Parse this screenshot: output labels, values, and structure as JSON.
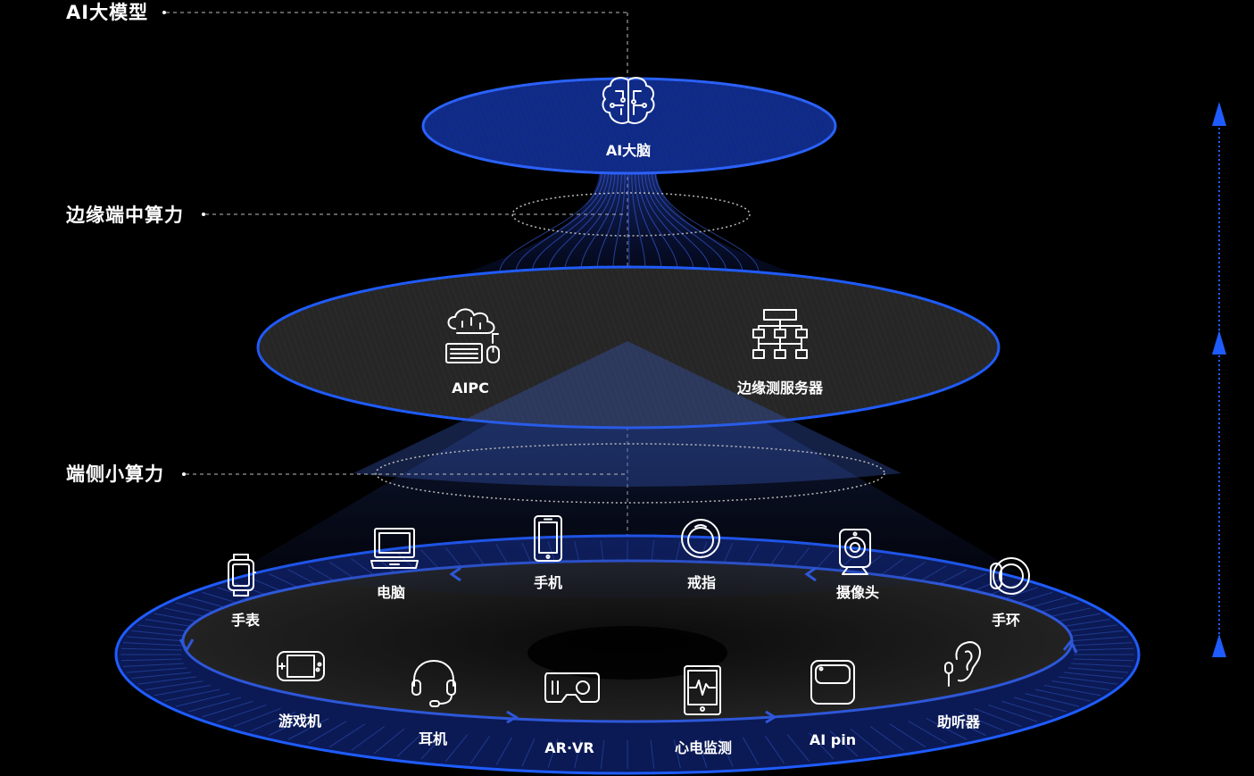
{
  "layers": [
    {
      "label": "AI大模型"
    },
    {
      "label": "边缘端中算力"
    },
    {
      "label": "端侧小算力"
    }
  ],
  "top_node": {
    "label": "AI大脑",
    "icon": "brain-icon"
  },
  "middle_nodes": [
    {
      "label": "AIPC",
      "icon": "cloud-computer-icon"
    },
    {
      "label": "边缘测服务器",
      "icon": "server-network-icon"
    }
  ],
  "devices_back": [
    {
      "label": "手表",
      "icon": "smartwatch-icon"
    },
    {
      "label": "电脑",
      "icon": "laptop-icon"
    },
    {
      "label": "手机",
      "icon": "phone-icon"
    },
    {
      "label": "戒指",
      "icon": "ring-icon"
    },
    {
      "label": "摄像头",
      "icon": "camera-icon"
    },
    {
      "label": "手环",
      "icon": "band-icon"
    }
  ],
  "devices_front": [
    {
      "label": "游戏机",
      "icon": "gamepad-icon"
    },
    {
      "label": "耳机",
      "icon": "headset-icon"
    },
    {
      "label": "AR·VR",
      "icon": "vr-headset-icon"
    },
    {
      "label": "心电监测",
      "icon": "ecg-monitor-icon"
    },
    {
      "label": "AI pin",
      "icon": "ai-pin-icon"
    },
    {
      "label": "助听器",
      "icon": "hearing-aid-icon"
    }
  ],
  "colors": {
    "background": "#000000",
    "accent": "#1f5cff",
    "disc_fill": "#262626",
    "text": "#ffffff"
  }
}
